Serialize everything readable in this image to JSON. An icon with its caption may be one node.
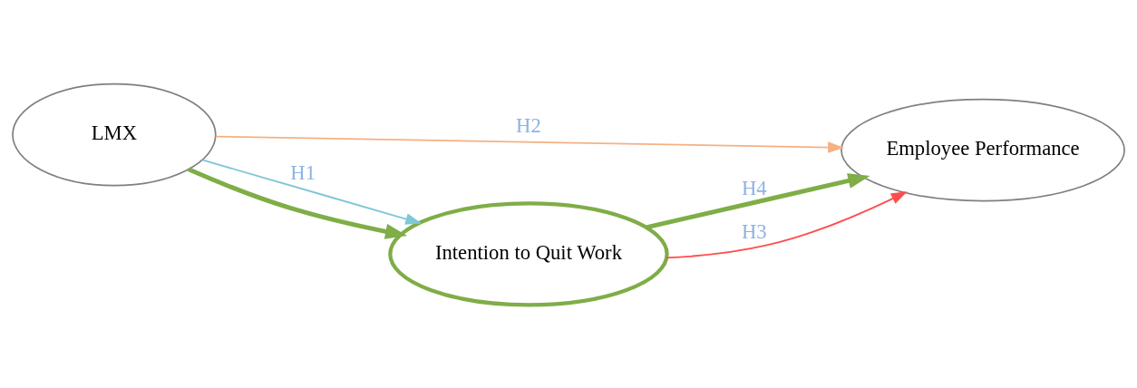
{
  "diagram": {
    "nodes": [
      {
        "text": [
          "LMX"
        ]
      },
      {
        "text": [
          "Employee Performance"
        ]
      },
      {
        "text": [
          "Intention to Quit Work"
        ]
      }
    ],
    "edges": [
      {
        "from": 0,
        "to": 1,
        "arrow": "to",
        "label": "H2",
        "color": "#f4b183"
      },
      {
        "from": 0,
        "to": 2,
        "arrow": "to",
        "label": "H1",
        "color": "#7fc6d8"
      },
      {
        "from": 0,
        "to": 2,
        "arrow": "to",
        "style": "thick",
        "color": "#7fad47"
      },
      {
        "from": 2,
        "to": 1,
        "arrow": "to",
        "label": "H4",
        "style": "thick",
        "color": "#7fad47"
      },
      {
        "from": 2,
        "to": 1,
        "arrow": "to",
        "label": "H3",
        "color": "#ff4d4d"
      }
    ]
  }
}
